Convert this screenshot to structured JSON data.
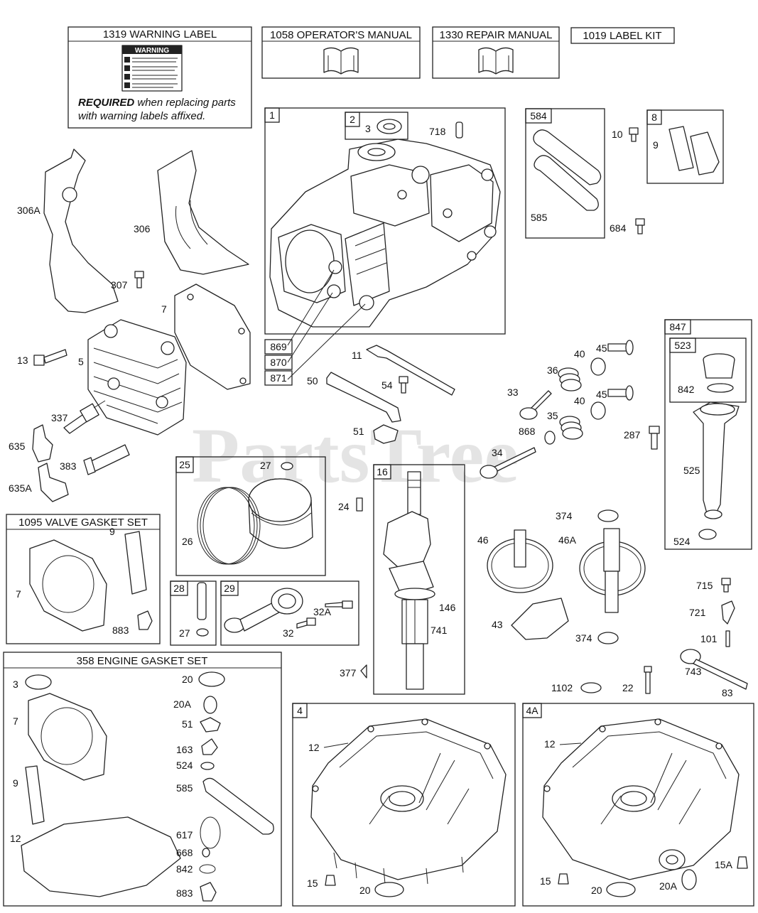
{
  "watermark": "PartsTree",
  "headers": {
    "warning_label": "1319 WARNING LABEL",
    "operators_manual": "1058 OPERATOR'S MANUAL",
    "repair_manual": "1330 REPAIR MANUAL",
    "label_kit": "1019 LABEL KIT",
    "valve_gasket_set": "1095 VALVE GASKET SET",
    "engine_gasket_set": "358 ENGINE GASKET SET"
  },
  "warning_card": {
    "title": "WARNING"
  },
  "warning_note": {
    "bold": "REQUIRED",
    "line1_rest": " when replacing parts",
    "line2": "with warning labels affixed."
  },
  "boxes": {
    "b1": "1",
    "b2": "2",
    "b584": "584",
    "b8": "8",
    "b847": "847",
    "b523": "523",
    "b25": "25",
    "b16": "16",
    "b28": "28",
    "b29": "29",
    "b4": "4",
    "b4a": "4A",
    "b869": "869",
    "b870": "870",
    "b871": "871"
  },
  "labels": {
    "l3a": "3",
    "l718": "718",
    "l10": "10",
    "l9a": "9",
    "l585a": "585",
    "l684": "684",
    "l306a": "306A",
    "l306": "306",
    "l307": "307",
    "l7a": "7",
    "l13": "13",
    "l5": "5",
    "l337": "337",
    "l635": "635",
    "l383": "383",
    "l635a": "635A",
    "l11": "11",
    "l50": "50",
    "l54": "54",
    "l51a": "51",
    "l40a": "40",
    "l45a": "45",
    "l36": "36",
    "l33": "33",
    "l40b": "40",
    "l45b": "45",
    "l35": "35",
    "l868": "868",
    "l34": "34",
    "l287": "287",
    "l842a": "842",
    "l525": "525",
    "l524a": "524",
    "l27a": "27",
    "l26": "26",
    "l24": "24",
    "l27b": "27",
    "l32a": "32A",
    "l32": "32",
    "l146": "146",
    "l741": "741",
    "l377": "377",
    "l374a": "374",
    "l46": "46",
    "l46a": "46A",
    "l43": "43",
    "l374b": "374",
    "l715": "715",
    "l721": "721",
    "l101": "101",
    "l743": "743",
    "l83": "83",
    "l1102": "1102",
    "l22": "22",
    "l7b": "7",
    "l9b": "9",
    "l883a": "883",
    "g3": "3",
    "g7": "7",
    "g9": "9",
    "g12": "12",
    "g20": "20",
    "g20a": "20A",
    "g51": "51",
    "g163": "163",
    "g524": "524",
    "g585": "585",
    "g617": "617",
    "g668": "668",
    "g842": "842",
    "g883": "883",
    "l12a": "12",
    "l15a": "15",
    "l20a": "20",
    "l12b": "12",
    "l15b": "15",
    "l20b": "20",
    "l20ab": "20A",
    "l15ab": "15A"
  }
}
